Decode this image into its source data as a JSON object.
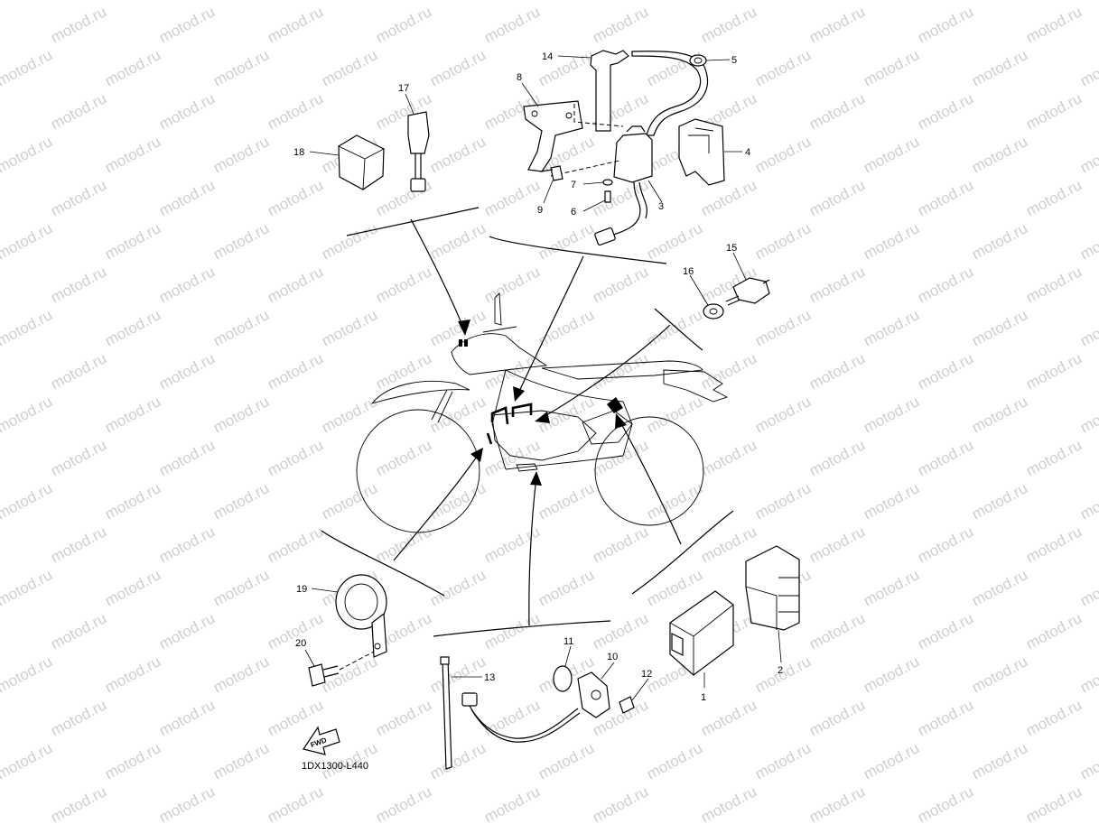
{
  "diagram": {
    "code": "1DX1300-L440",
    "fwd_label": "FWD",
    "watermark": "motod.ru",
    "callouts": {
      "c1": "1",
      "c2": "2",
      "c3": "3",
      "c4": "4",
      "c5": "5",
      "c6": "6",
      "c7": "7",
      "c8": "8",
      "c9": "9",
      "c10": "10",
      "c11": "11",
      "c12": "12",
      "c13": "13",
      "c14": "14",
      "c15": "15",
      "c16": "16",
      "c17": "17",
      "c18": "18",
      "c19": "19",
      "c20": "20"
    }
  },
  "colors": {
    "line": "#000000",
    "watermark": "#cfcfcf",
    "background": "#ffffff"
  }
}
